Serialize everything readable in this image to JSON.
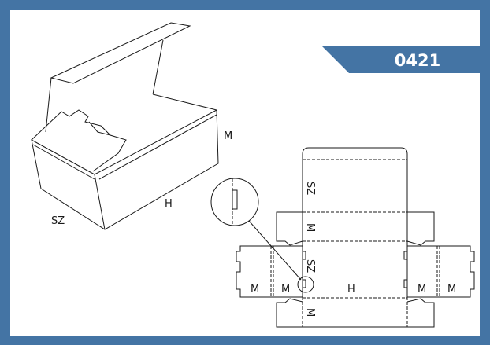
{
  "model_code": "0421",
  "colors": {
    "frame": "#4474a4",
    "line": "#1a1a1a"
  },
  "box_labels": {
    "height": "M",
    "length": "H",
    "width": "SZ"
  },
  "dieline_labels": {
    "top_panel": "SZ",
    "upper_flap": "M",
    "middle_panel_width": "SZ",
    "middle_panel_length": "H",
    "lower_flap": "M",
    "left_outer": "M",
    "left_inner": "M",
    "right_inner": "M",
    "right_outer": "M"
  }
}
